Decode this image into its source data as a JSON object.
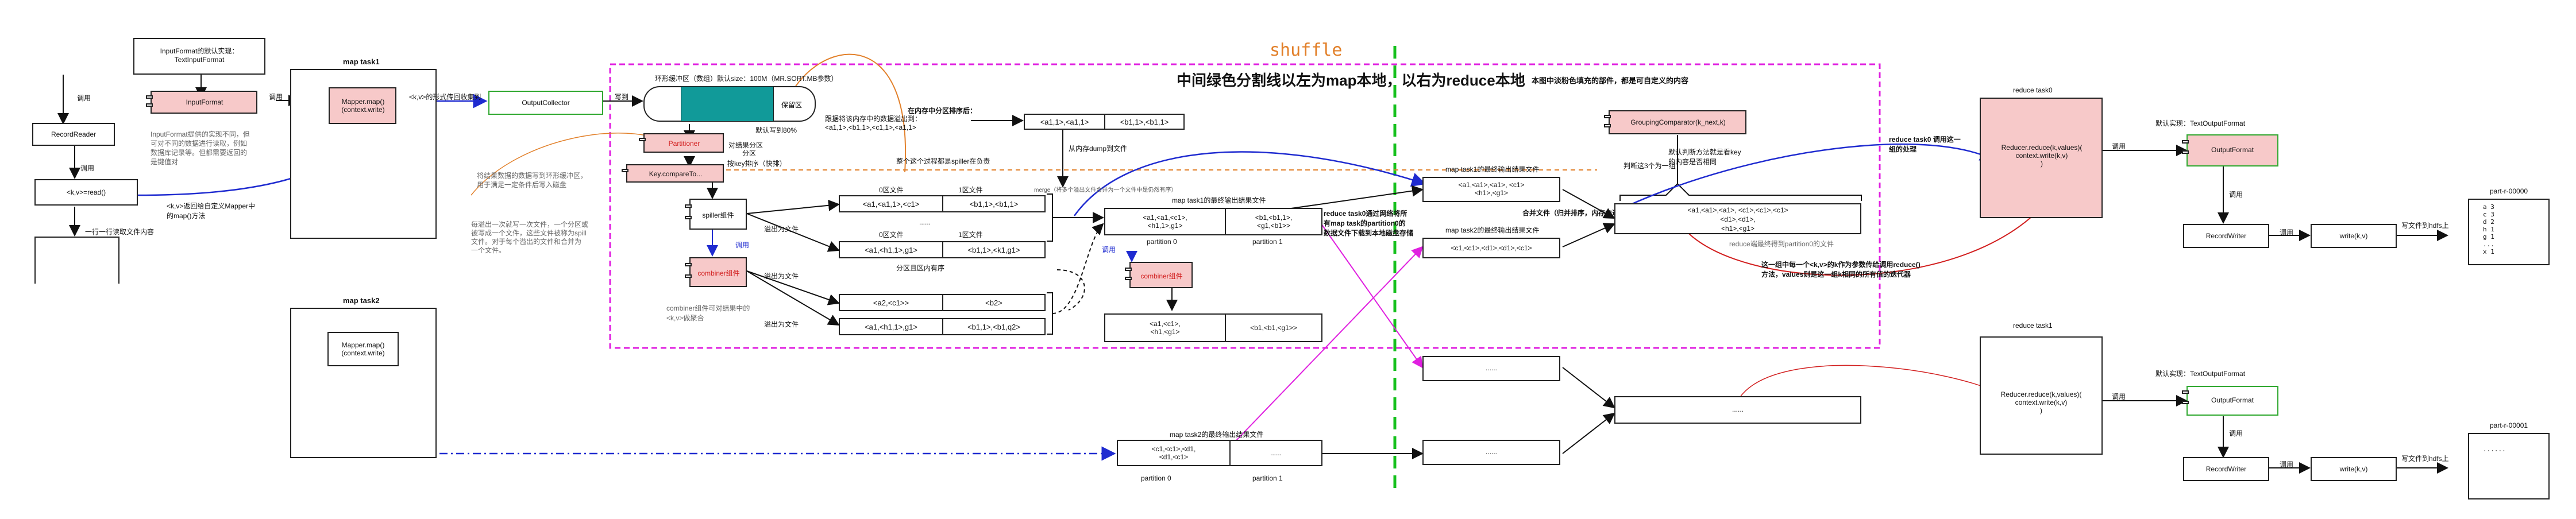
{
  "shuffle": {
    "title": "shuffle",
    "subtitle": "中间绿色分割线以左为map本地，以右为reduce本地",
    "subnote": "本图中淡粉色填充的部件，都是可自定义的内容"
  },
  "map_task1": {
    "title": "map task1",
    "mapper": "Mapper.map()\n(context.write)",
    "input_format": "InputFormat",
    "input_format_note": "InputFormat的默认实现：\nTextInputFormat",
    "record_reader": "RecordReader",
    "read_call": "<k,v>=read()",
    "call": "调用",
    "call2": "调用",
    "call3": "调用",
    "line_read": "一行一行读取文件内容",
    "kv_return": "<k,v>返回给自定义Mapper中\n的map()方法",
    "input_desc": "InputFormat提供的实现不同，但\n可对不同的数据进行读取，例如\n数据库记录等。但都需要返回的\n是键值对",
    "kv_collect": "<k,v>的形式传回收集到",
    "output_collector": "OutputCollector",
    "write": "写到",
    "partitioner": "Partitioner",
    "partition_note": "对结果分区",
    "partition_short": "分区",
    "key_compare": "Key.compareTo...",
    "sort_note": "按key排序（快排）",
    "spill_hint": "将结果数据的数据写到环形缓冲区，\n用于满足一定条件后写入磁盘",
    "spill_note2": "每溢出一次就写一次文件，一个分区或\n被写成一个文件，这些文件被称为spill\n文件。对于每个溢出的文件和合并为\n一个文件。",
    "spill_thread": "spiller组件",
    "spill_call": "调用",
    "combiner": "combiner组件",
    "combiner_note": "combiner组件可对结果中的\n<k,v>做聚合",
    "ring_buffer": "环形缓冲区（数组）默认size：100M（MR.SORT.MB参数）",
    "save_zone": "保留区",
    "default_80": "默认写到80%",
    "buffer_note": "跟据将该内存中的数据溢出到：\n<a1,1>,<b1,1>,<c1,1>,<a1,1>",
    "sorted_in_mem": "在内存中分区排序后：",
    "sort_kv1": "<a1,1>,<a1,1>",
    "sort_kv2": "<b1,1>,<b1,1>",
    "spill_to_disk": "从内存dump到文件",
    "whole_process": "整个这个过程都是spiller在负责",
    "spill_file0": "0区文件",
    "spill_file1": "1区文件",
    "spill_row1a": "<a1,<a1,1>,<c1>",
    "spill_row1b": "<b1,1>,<b1,1>",
    "spill_row2a": "<a1,<h1,1>,g1>",
    "spill_row2b": "<b1,1>,<k1,g1>",
    "spill_row3a": "<a2,<c1>>",
    "spill_row3b": "<b2>",
    "spill_row4a": "<a1,<h1,1>,g1>",
    "spill_row4b": "<b1,1>,<b1,q2>",
    "dots": "......",
    "partition_sort": "分区且区内有序",
    "spill_out": "溢出为文件",
    "spill_out2": "溢出为文件",
    "spill_out3": "溢出为文件",
    "merge_note": "merge（将多个溢出文件合并为一个文件中是仍然有序）",
    "final_file": "map task1的最终输出结果文件",
    "final_a": "<a1,<a1,<c1>,\n<h1,1>,g1>",
    "final_b": "<b1,<b1,1>,\n<g1,<b1>>",
    "partition0": "partition 0",
    "partition1": "partition 1",
    "combiner2": "combiner组件",
    "combiner2_call": "调用",
    "final2_a": "<a1,<c1>,\n<h1,<g1>",
    "final2_b": "<b1,<b1,<g1>>"
  },
  "map_task2": {
    "title": "map task2",
    "mapper": "Mapper.map()\n(context.write)",
    "final_file": "map task2的最终输出结果文件",
    "row_a": "<c1,<c1>,<d1,\n<d1,<c1>",
    "row_b": "......",
    "partition0": "partition 0",
    "partition1": "partition 1"
  },
  "reduce_side": {
    "fetch_note": "reduce task0通过网络将所\n有map task的partition0的\n数据文件下载到本地磁盘存储",
    "mt1_result": "map task1的最终输出结果文件",
    "mt1_row": "<a1,<a1>,<a1>, <c1>\n<h1>,<g1>",
    "mt2_result": "map task2的最终输出结果文件",
    "mt2_row": "<c1,<c1>,<d1>,<d1>,<c1>",
    "merge_sort": "合并文件（归并排序，内存中进行）",
    "grouping": "GroupingComparator(k_next,k)",
    "grouping_note": "默认判断方法就是看key\n的内容是否相同",
    "judge": "判断这3个为一组",
    "merged_row": "<a1,<a1>,<a1>, <c1>,<c1>,<c1>\n<d1>,<d1>,\n<h1>,<g1>",
    "merged_note": "reduce端最终得到partition0的文件",
    "group_note": "这一组中每一个<k,v>的k作为参数传给调用reduce()\n方法，values则是这一组k相同的所有值的迭代器",
    "reduce_call_note": "reduce task0 调用这一\n组的处理",
    "reduce_task0": "reduce task0",
    "reducer0": "Reducer.reduce(k,values)(\ncontext.write(k,v)\n)",
    "output_format0": "OutputFormat",
    "output_format0_note": "默认实现：TextOutputFormat",
    "call": "调用",
    "call2": "调用",
    "record_writer0": "RecordWriter",
    "write0": "write(k,v)",
    "to_hdfs0": "写文件到hdfs上",
    "part0": "part-r-00000",
    "part0_lines": [
      "a 3",
      "c 3",
      "d 2",
      "h 1",
      "g 1",
      "...",
      "x 1"
    ],
    "reduce_task1": "reduce task1",
    "reducer1": "Reducer.reduce(k,values)(\ncontext.write(k,v)\n)",
    "output_format1": "OutputFormat",
    "output_format1_note": "默认实现：TextOutputFormat",
    "record_writer1": "RecordWriter",
    "write1": "write(k,v)",
    "to_hdfs1": "写文件到hdfs上",
    "part1": "part-r-00001",
    "part1_lines": [
      "......"
    ],
    "placeholder_row": "......"
  },
  "colors": {
    "blue": "#1f2bd0",
    "green": "#16c01d",
    "magenta": "#e020e0",
    "red": "#d21f1f",
    "orange": "#e2802a",
    "pink": "#f7c9c9",
    "teal": "#119a99"
  }
}
